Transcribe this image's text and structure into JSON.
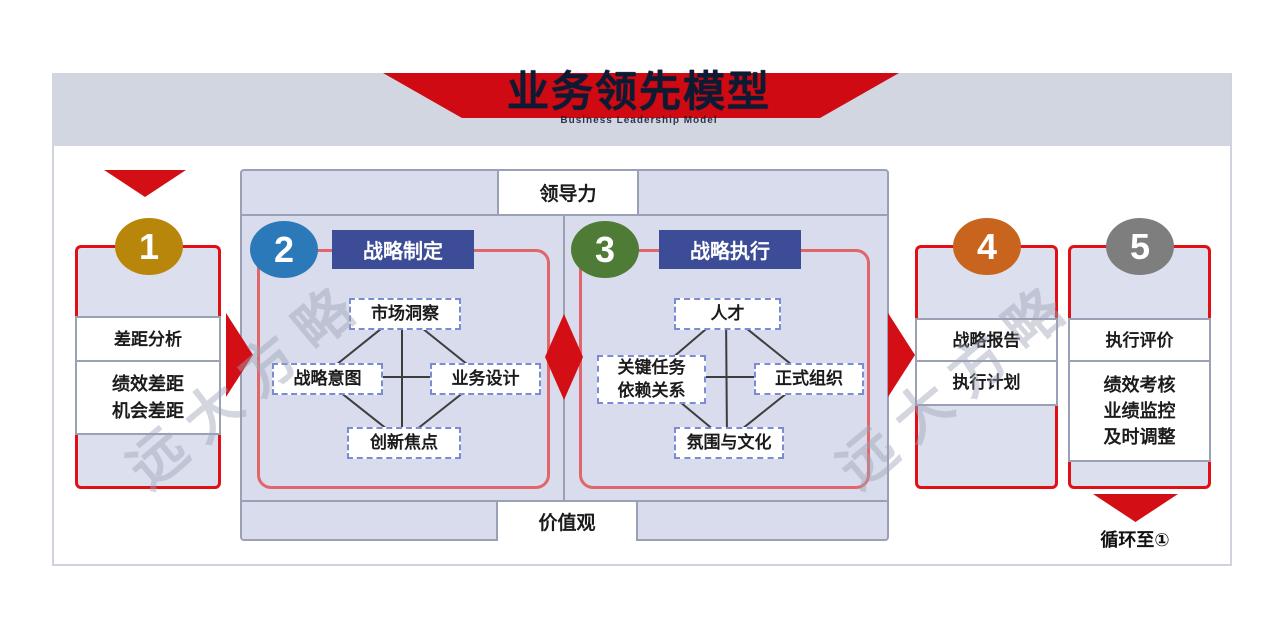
{
  "title": {
    "main": "业务领先模型",
    "subtitle": "Business Leadership Model"
  },
  "watermark": "远大方略",
  "framework": {
    "leadership": "领导力",
    "values": "价值观",
    "formulation": {
      "number": "2",
      "label": "战略制定",
      "top": "市场洞察",
      "left": "战略意图",
      "right": "业务设计",
      "bottom": "创新焦点"
    },
    "execution": {
      "number": "3",
      "label": "战略执行",
      "top": "人才",
      "left": "关键任务\n依赖关系",
      "right": "正式组织",
      "bottom": "氛围与文化"
    }
  },
  "steps": {
    "gap": {
      "number": "1",
      "box1": "差距分析",
      "box2": "绩效差距\n机会差距"
    },
    "report": {
      "number": "4",
      "box1": "战略报告",
      "box2": "执行计划"
    },
    "review": {
      "number": "5",
      "box1": "执行评价",
      "box2": "绩效考核\n业绩监控\n及时调整"
    }
  },
  "loop": {
    "label": "循环至①"
  },
  "colors": {
    "step1_circle": "#b8860b",
    "step2_circle": "#2b79b9",
    "step3_circle": "#4e7b35",
    "step4_circle": "#c8641e",
    "step5_circle": "#7e7e7e",
    "accent_red": "#d30f15",
    "column_border_red": "#e01015",
    "panel_border_red": "#e0666b",
    "label_navy": "#3c4c97",
    "title_navy": "#0d1a33",
    "banner_red": "#cf0a12",
    "band_gray": "#d2d6e1",
    "container_fill": "#d9dcec"
  }
}
